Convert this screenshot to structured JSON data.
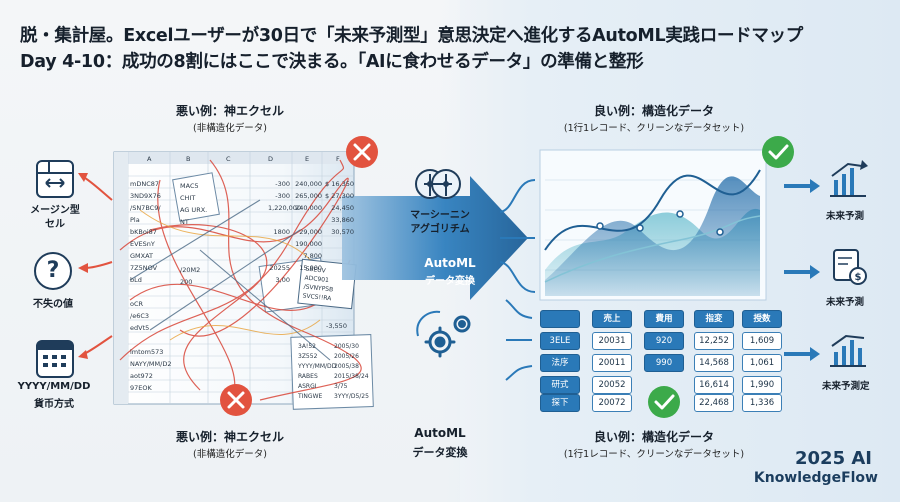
{
  "title": {
    "line1": "脱・集計屋。Excelユーザーが30日で「未来予測型」意思決定へ進化するAutoML実践ロードマップ",
    "line2": "Day 4-10：成功の8割にはここで決まる。「AIに食わせるデータ」の準備と整形"
  },
  "left": {
    "top_label": "悪い例：神エクセル",
    "top_sub": "(非構造化データ)",
    "bottom_label": "悪い例：神エクセル",
    "bottom_sub": "(非構造化データ)",
    "problems": [
      {
        "label1": "メージン型",
        "label2": "セル",
        "icon": "merged-cells-icon"
      },
      {
        "label1": "不失の値",
        "label2": "",
        "icon": "question-icon"
      },
      {
        "label1": "YYYY/MM/DD",
        "label2": "貨币方式",
        "icon": "calendar-icon"
      }
    ],
    "sheet": {
      "columns": [
        "A",
        "B",
        "C",
        "D",
        "E",
        "F"
      ],
      "rows": [
        "mDNC87",
        "3ND9X76",
        "/SN7BC9/",
        "Pla",
        "bKBoi87",
        "EVESnY",
        "GMXAT",
        "7Z5NOV",
        "bLd",
        "",
        "oCR",
        "/e6C3",
        "edVt5",
        "",
        "lmtom573",
        "NAYY/MM/D2",
        "aot972",
        "97EOK"
      ],
      "col_b": [
        "MAC5",
        "CHIT",
        "AG URX.",
        "NT",
        "",
        "",
        "",
        "/20M2",
        "200"
      ],
      "col_e": [
        "-300",
        "-300",
        "1,220,000",
        "",
        "1800",
        "",
        "",
        "20255",
        "3,00"
      ],
      "col_f": [
        "240,000",
        "265,000",
        "240,000",
        "",
        "29,000",
        "190,000",
        "7,800",
        "15,000",
        ""
      ],
      "col_g": [
        "$ 16,350",
        "$ 27,300",
        "24,450",
        "33,860",
        "30,570",
        "",
        "",
        "",
        ""
      ],
      "notes": [
        "3A!52",
        "3Z552",
        "YYYY/MM/DD",
        "RABES",
        "ASRGI",
        "TINGWE"
      ],
      "notes2": [
        "2005/30",
        "2005/26",
        "2005/38",
        "2015/38/24",
        "3/75",
        "3YYY/D5/25"
      ],
      "tail": "-3,550",
      "float": [
        "SBEUV",
        "ADC901",
        "/SVNYPSB",
        "SVCS!!RA"
      ]
    }
  },
  "middle": {
    "ml_label1": "マーシーニン",
    "ml_label2": "アグゴリチム",
    "arrow_label1": "AutoML",
    "arrow_label2": "データ変換",
    "bottom_label1": "AutoML",
    "bottom_label2": "データ変換"
  },
  "right": {
    "top_label": "良い例：構造化データ",
    "top_sub": "(1行1レコード、クリーンなデータセット)",
    "bottom_label": "良い例：構造化データ",
    "bottom_sub": "(1行1レコード、クリーンなデータセット)",
    "table": {
      "headers": [
        "売上",
        "費用",
        "指変",
        "授数"
      ],
      "rows": [
        {
          "key": "3ELE",
          "values": [
            "20031",
            "920",
            "12,252",
            "1,609"
          ]
        },
        {
          "key": "法序",
          "values": [
            "20011",
            "990",
            "14,568",
            "1,061"
          ]
        },
        {
          "key": "研式",
          "values": [
            "20052",
            "",
            "16,614",
            "1,990"
          ]
        },
        {
          "key": "探下",
          "values": [
            "20072",
            "",
            "22,468",
            "1,336"
          ]
        }
      ]
    },
    "outputs": [
      {
        "label": "未来予測",
        "icon": "growth-chart-icon"
      },
      {
        "label": "未来予測",
        "icon": "money-forecast-icon"
      },
      {
        "label": "未来予測定",
        "icon": "bar-chart-icon"
      }
    ]
  },
  "brand": {
    "line1": "2025 AI",
    "line2": "KnowledgeFlow"
  },
  "colors": {
    "bad": "#e2533f",
    "good": "#3caa4a",
    "accent": "#2a79b8",
    "dark": "#1b3d5e"
  }
}
